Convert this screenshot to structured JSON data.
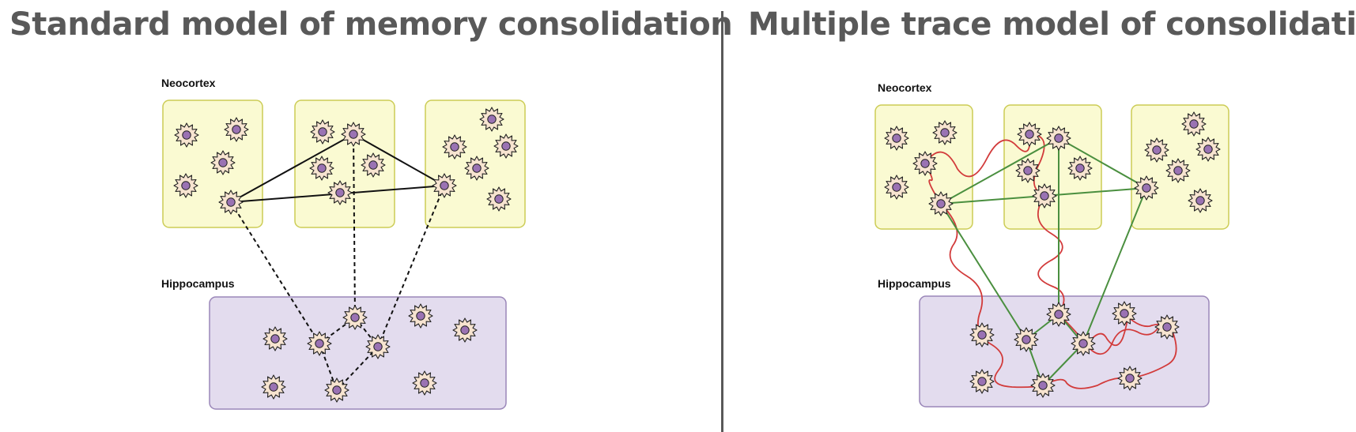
{
  "left": {
    "title": "Standard model of memory consolidation",
    "neocortex_label": "Neocortex",
    "hippocampus_label": "Hippocampus"
  },
  "right": {
    "title": "Multiple trace model of consolidation",
    "neocortex_label": "Neocortex",
    "hippocampus_label": "Hippocampus"
  },
  "colors": {
    "title_text": "#595959",
    "divider": "#595959",
    "neocortex_fill": "#fafad2",
    "neocortex_border": "#cccc55",
    "hippocampus_fill": "#e3dcee",
    "hippocampus_border": "#9a86b8",
    "neuron_body": "#f7e4d0",
    "neuron_nucleus": "#9a72b3",
    "cortical_link": "#111111",
    "hippocampal_index_link": "#111111",
    "trace_link": "#4a8f3f",
    "trace_wavy": "#d23b3b"
  }
}
